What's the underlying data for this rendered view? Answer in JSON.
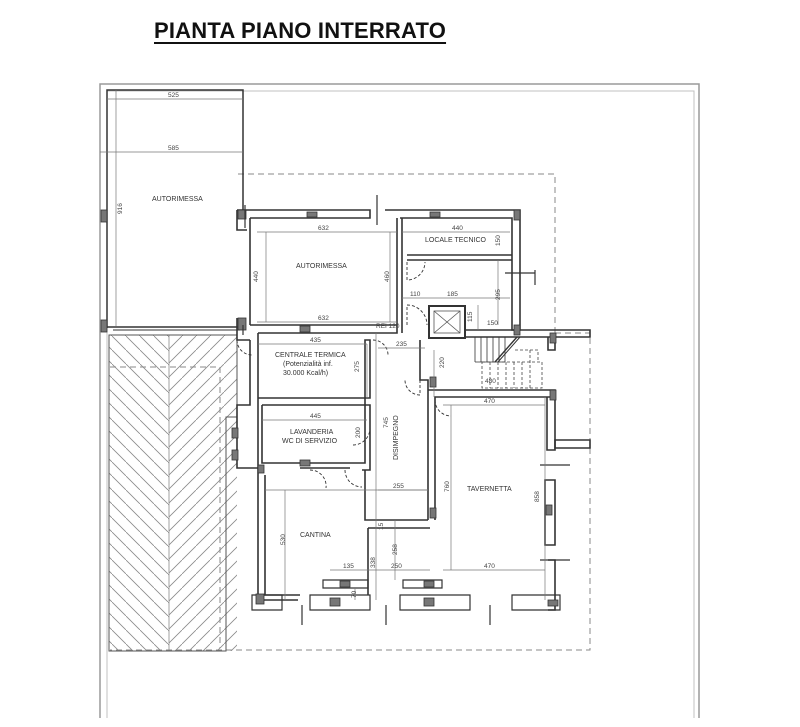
{
  "title": "PIANTA PIANO INTERRATO",
  "colors": {
    "wall": "#333333",
    "outer_boundary": "#9a9a9a",
    "dashed_outline": "#8a8a8a",
    "dimension_line": "#777777",
    "hatch": "#8a8a8a",
    "pillar": "#777777",
    "background": "#ffffff"
  },
  "rooms": [
    {
      "id": "autorimessa-esterna",
      "label": "AUTORIMESSA",
      "dims": [
        "525",
        "585",
        "916"
      ]
    },
    {
      "id": "autorimessa",
      "label": "AUTORIMESSA",
      "dims": [
        "632",
        "440",
        "460",
        "632"
      ]
    },
    {
      "id": "locale-tecnico",
      "label": "LOCALE TECNICO",
      "dims": [
        "440",
        "150",
        "295"
      ]
    },
    {
      "id": "centrale-termica",
      "label": "CENTRALE TERMICA",
      "sublabel_1": "(Potenzialità inf.",
      "sublabel_2": "30.000 Kcal/h)",
      "dims": [
        "435",
        "275"
      ]
    },
    {
      "id": "lavanderia",
      "label": "LAVANDERIA",
      "sublabel_1": "WC DI SERVIZIO",
      "dims": [
        "445",
        "200"
      ]
    },
    {
      "id": "disimpegno",
      "label": "DISIMPEGNO",
      "dims": [
        "745",
        "235",
        "255"
      ]
    },
    {
      "id": "cantina",
      "label": "CANTINA",
      "dims": [
        "530",
        "135",
        "70"
      ]
    },
    {
      "id": "tavernetta",
      "label": "TAVERNETTA",
      "dims": [
        "470",
        "760",
        "858",
        "470"
      ]
    },
    {
      "id": "vano-scala",
      "label": "",
      "dims": [
        "220",
        "15",
        "338",
        "258",
        "250"
      ]
    },
    {
      "id": "ascensore",
      "label": "",
      "dims": [
        "110",
        "185",
        "115",
        "150"
      ]
    }
  ],
  "annotations": {
    "rei": "REI 120",
    "stair_dim": "480"
  },
  "dimensions": {
    "d525": "525",
    "d585": "585",
    "d916": "916",
    "d632a": "632",
    "d632b": "632",
    "d440a": "440",
    "d460": "460",
    "d440b": "440",
    "d150a": "150",
    "d295": "295",
    "d110": "110",
    "d185": "185",
    "d115": "115",
    "d150b": "150",
    "d435": "435",
    "d275": "275",
    "d235": "235",
    "d220": "220",
    "d445": "445",
    "d200": "200",
    "d745": "745",
    "d255": "255",
    "d470a": "470",
    "d760": "760",
    "d858": "858",
    "d470b": "470",
    "d530": "530",
    "d135": "135",
    "d70": "70",
    "d15": "15",
    "d338": "338",
    "d258": "258",
    "d250": "250"
  }
}
